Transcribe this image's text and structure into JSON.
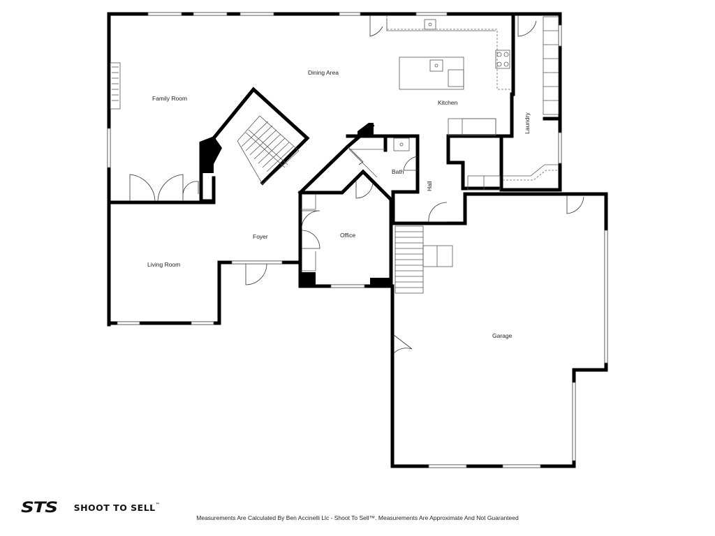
{
  "rooms": {
    "family_room": "Family Room",
    "dining_area": "Dining Area",
    "kitchen": "Kitchen",
    "laundry": "Laundry",
    "bath": "Bath",
    "hall": "Hall",
    "office": "Office",
    "foyer": "Foyer",
    "living_room": "Living Room",
    "garage": "Garage"
  },
  "logo": {
    "mark": "STS",
    "name": "SHOOT TO SELL",
    "tm": "™"
  },
  "footer": {
    "disclaimer": "Measurements Are Calculated By Ben Accinelli Llc - Shoot To Sell™. Measurements Are Approximate And Not Guaranteed"
  },
  "icons": [
    "stair-icon",
    "door-swing-icon",
    "window-icon",
    "sink-icon",
    "stove-icon"
  ]
}
